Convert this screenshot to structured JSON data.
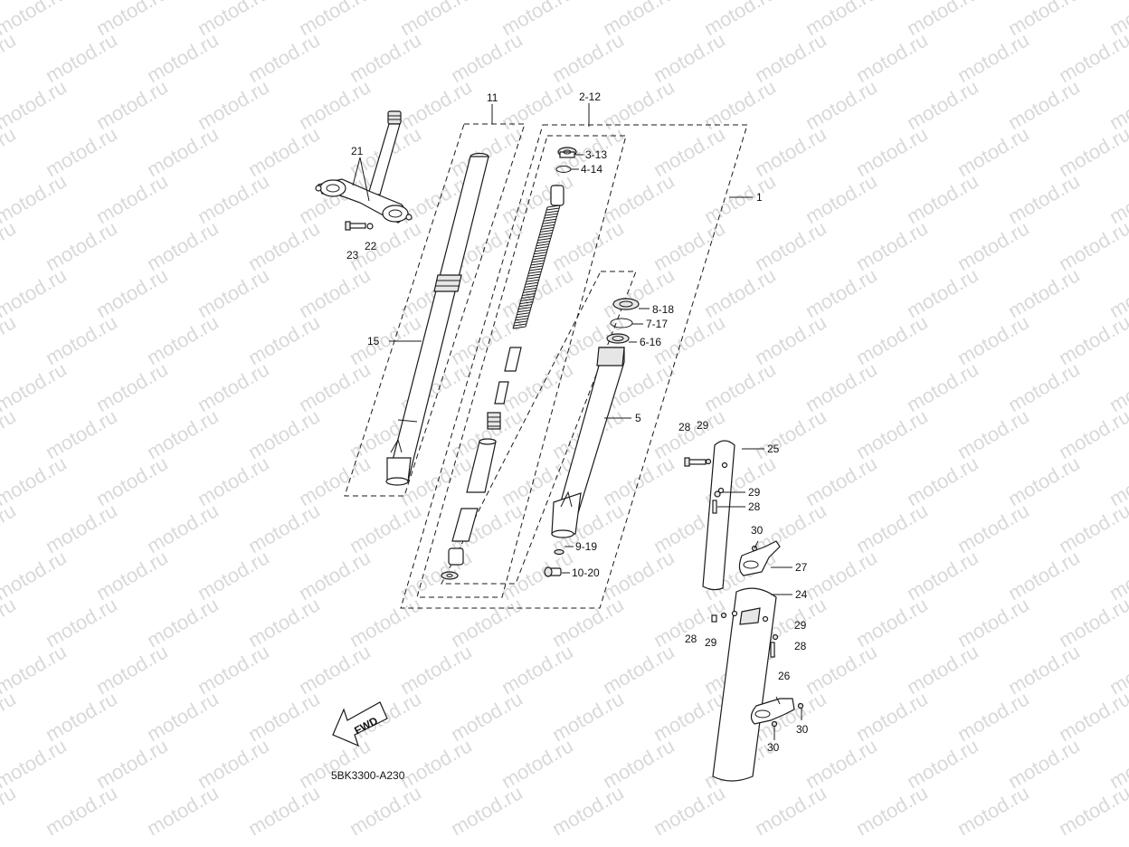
{
  "watermark": "motod.ru",
  "diagram_code": "5BK3300-A230",
  "direction_arrow": "FWD",
  "callouts": [
    {
      "id": "c11",
      "text": "11"
    },
    {
      "id": "c2_12",
      "text": "2-12"
    },
    {
      "id": "c1",
      "text": "1"
    },
    {
      "id": "c3_13",
      "text": "3-13"
    },
    {
      "id": "c4_14",
      "text": "4-14"
    },
    {
      "id": "c21",
      "text": "21"
    },
    {
      "id": "c23",
      "text": "23"
    },
    {
      "id": "c22",
      "text": "22"
    },
    {
      "id": "c15",
      "text": "15"
    },
    {
      "id": "c8_18",
      "text": "8-18"
    },
    {
      "id": "c7_17",
      "text": "7-17"
    },
    {
      "id": "c6_16",
      "text": "6-16"
    },
    {
      "id": "c5",
      "text": "5"
    },
    {
      "id": "c9_19",
      "text": "9-19"
    },
    {
      "id": "c10_20",
      "text": "10-20"
    },
    {
      "id": "c28a",
      "text": "28"
    },
    {
      "id": "c29a",
      "text": "29"
    },
    {
      "id": "c25",
      "text": "25"
    },
    {
      "id": "c29b",
      "text": "29"
    },
    {
      "id": "c28b",
      "text": "28"
    },
    {
      "id": "c30a",
      "text": "30"
    },
    {
      "id": "c27",
      "text": "27"
    },
    {
      "id": "c24",
      "text": "24"
    },
    {
      "id": "c28c",
      "text": "28"
    },
    {
      "id": "c29c",
      "text": "29"
    },
    {
      "id": "c29d",
      "text": "29"
    },
    {
      "id": "c28d",
      "text": "28"
    },
    {
      "id": "c26",
      "text": "26"
    },
    {
      "id": "c30b",
      "text": "30"
    },
    {
      "id": "c30c",
      "text": "30"
    }
  ]
}
